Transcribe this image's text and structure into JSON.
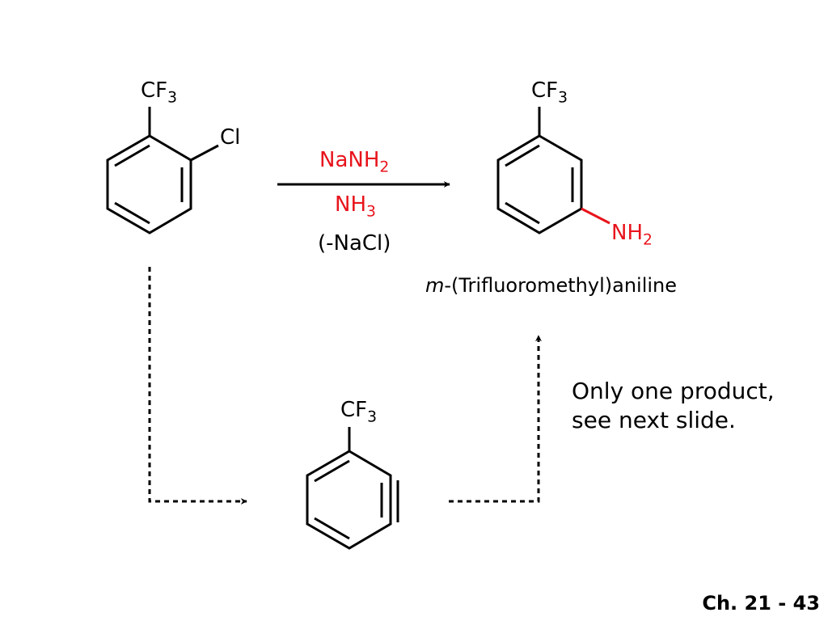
{
  "reactant": {
    "cf3": {
      "base": "CF",
      "sub": "3"
    },
    "cl": "Cl"
  },
  "reagents": {
    "nanh2": {
      "base": "NaNH",
      "sub": "2"
    },
    "nh3": {
      "base": "NH",
      "sub": "3"
    },
    "byproduct": "(-NaCl)"
  },
  "product": {
    "cf3": {
      "base": "CF",
      "sub": "3"
    },
    "nh2": {
      "base": "NH",
      "sub": "2"
    },
    "name_prefix": "m",
    "name_rest": "-(Trifluoromethyl)aniline"
  },
  "intermediate": {
    "cf3": {
      "base": "CF",
      "sub": "3"
    }
  },
  "note": {
    "line1": "Only one product,",
    "line2": "see next slide."
  },
  "page_number": "Ch. 21 - 43",
  "colors": {
    "highlight": "#e8141c",
    "ink": "#000000"
  }
}
